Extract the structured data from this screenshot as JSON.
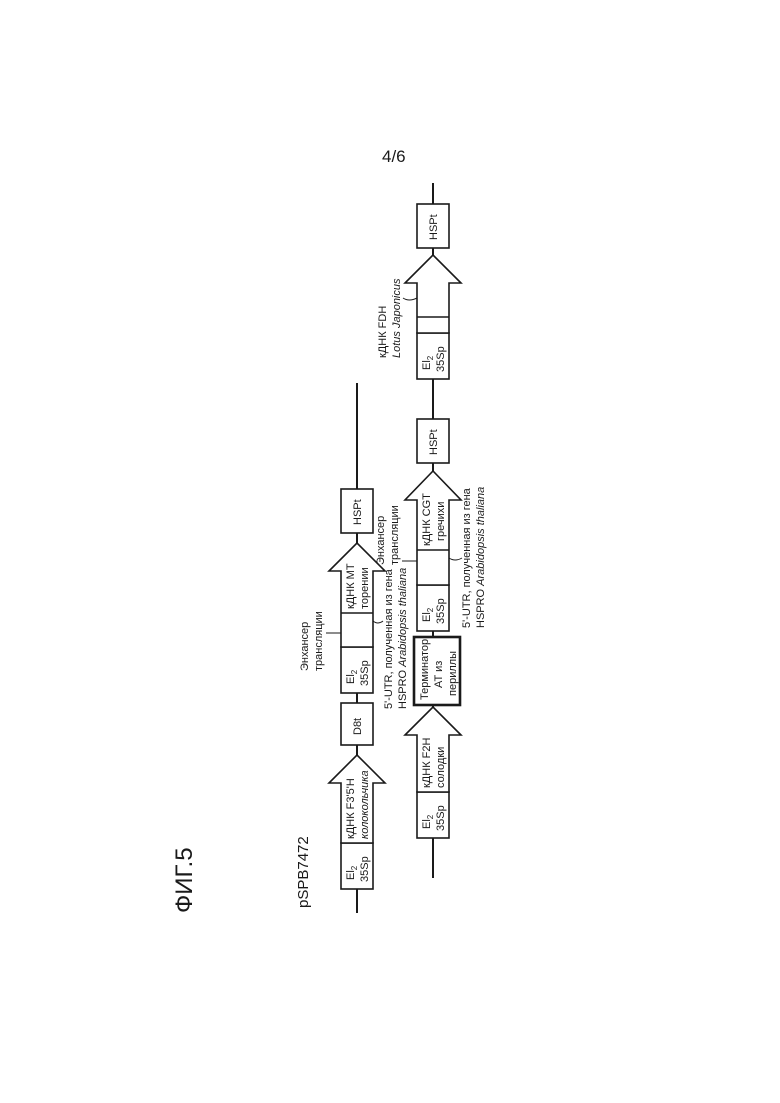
{
  "page_number": "4/6",
  "figure_label": "ФИГ.5",
  "plasmid_name": "pSPB7472",
  "lane1": {
    "promoter_1": {
      "line1": "El",
      "sub": "2",
      "line2": "35Sp"
    },
    "gene_1": {
      "line1": "кДНК F3'5'H",
      "line2": "колокольчика"
    },
    "terminator_1": "D8t",
    "promoter_2": {
      "line1": "El",
      "sub": "2",
      "line2": "35Sp"
    },
    "gene_2": {
      "line1": "кДНК МТ",
      "line2": "торении"
    },
    "terminator_2": "HSPt",
    "enhancer_label": {
      "line1": "Энхансер",
      "line2": "трансляции"
    },
    "utr_label": {
      "line1": "5'-UTR, полученная из гена",
      "line2_a": "HSPRO ",
      "line2_b": "Arabidopsis thaliana"
    }
  },
  "lane2": {
    "promoter_1": {
      "line1": "El",
      "sub": "2",
      "line2": "35Sp"
    },
    "gene_1": {
      "line1": "кДНК F2H",
      "line2": "солодки"
    },
    "terminator_1": {
      "line1": "Терминатор",
      "line2": "AT из",
      "line3": "периллы"
    },
    "promoter_2": {
      "line1": "El",
      "sub": "2",
      "line2": "35Sp"
    },
    "gene_2": {
      "line1": "кДНК CGT",
      "line2": "гречихи"
    },
    "terminator_2": "HSPt",
    "enhancer_label": {
      "line1": "Энхансер",
      "line2": "трансляции"
    },
    "utr_label": {
      "line1": "5'-UTR, полученная из гена",
      "line2_a": "HSPRO ",
      "line2_b": "Arabidopsis thaliana"
    },
    "promoter_3": {
      "line1": "El",
      "sub": "2",
      "line2": "35Sp"
    },
    "gene_3": {
      "line1": "кДНК FDH",
      "line2": "Lotus Japonicus"
    },
    "terminator_3": "HSPt"
  }
}
